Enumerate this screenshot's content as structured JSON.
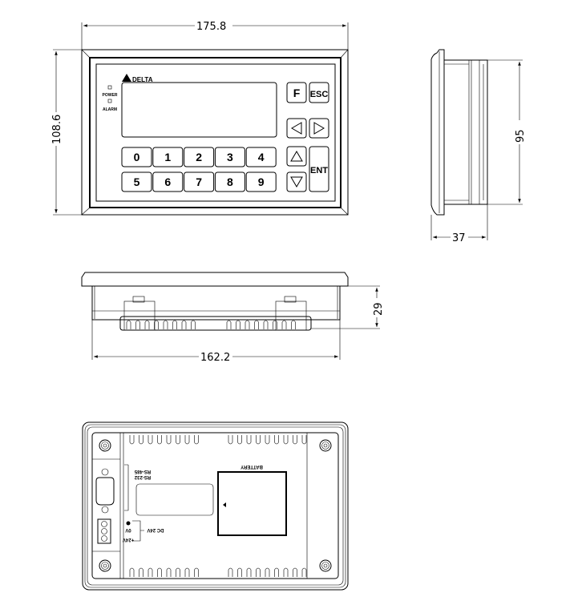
{
  "dimensions": {
    "front_width": "175.8",
    "front_height": "108.6",
    "side_height": "95",
    "side_depth": "37",
    "bottom_depth": "29",
    "body_width": "162.2"
  },
  "front": {
    "logo": "DELTA",
    "leds": [
      "POWER",
      "ALARM"
    ],
    "keys": {
      "f": "F",
      "esc": "ESC",
      "ent": "ENT",
      "digits": [
        "0",
        "1",
        "2",
        "3",
        "4",
        "5",
        "6",
        "7",
        "8",
        "9"
      ]
    }
  },
  "back": {
    "battery": "BATTERY",
    "rs232": "RS-232",
    "rs485": "RS-485",
    "dc": "DC 24V",
    "zero_v": "0V",
    "plus_v": "+24V"
  }
}
